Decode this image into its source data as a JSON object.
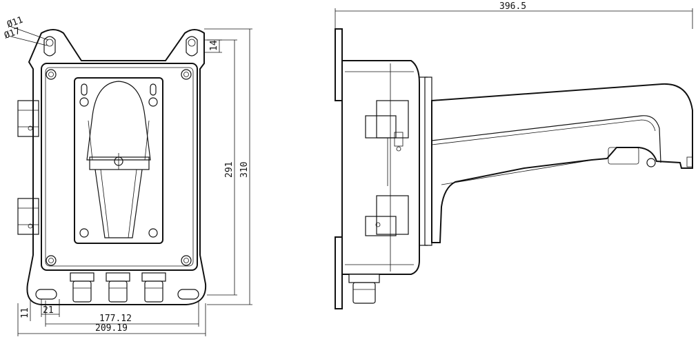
{
  "dimensions": {
    "hole_small": "Ø11",
    "hole_large": "Ø17",
    "slot": "14",
    "inner_height": "291",
    "outer_height": "310",
    "bottom_offset": "11",
    "side_offset": "21",
    "hole_spacing": "177.12",
    "overall_width": "209.19",
    "total_length": "396.5"
  }
}
